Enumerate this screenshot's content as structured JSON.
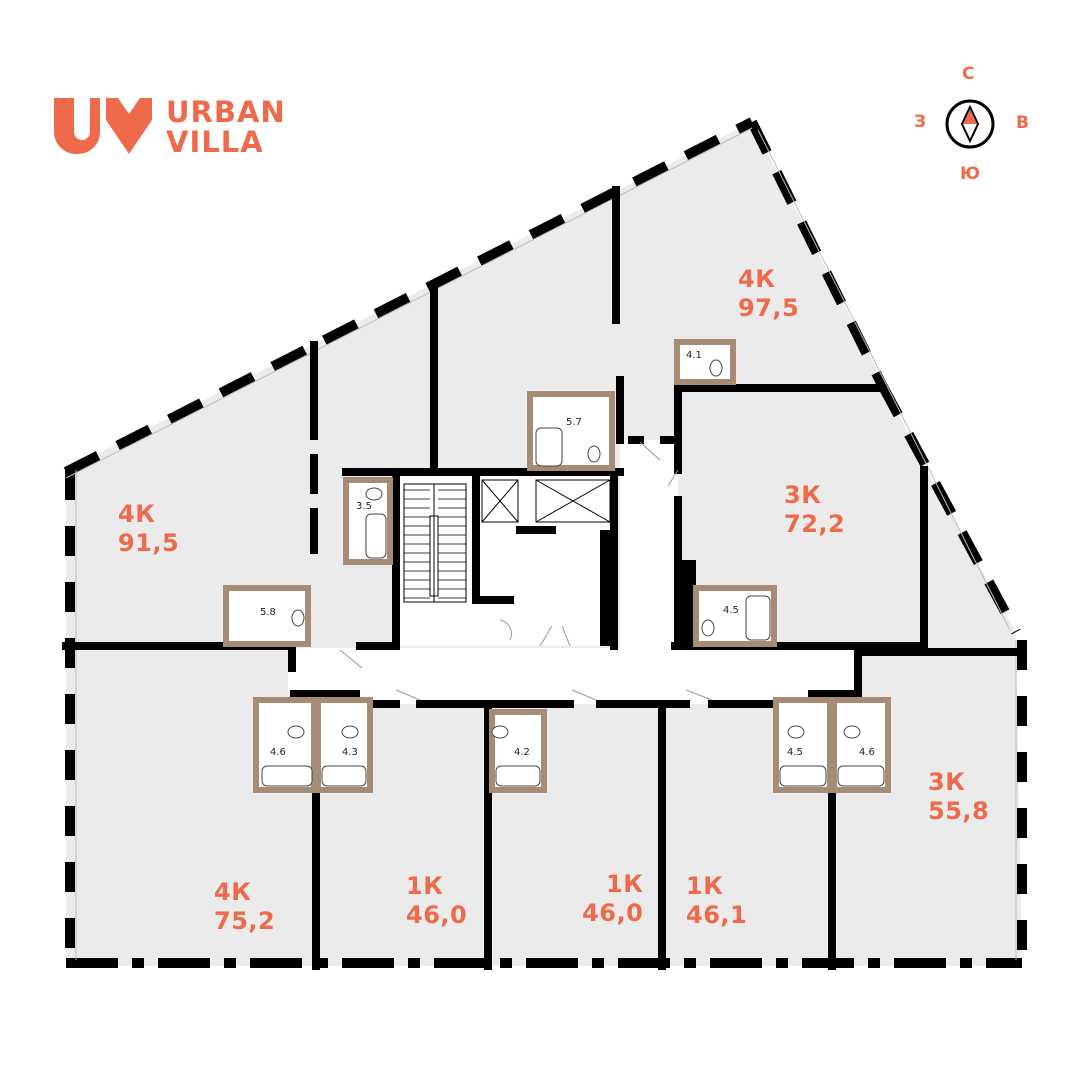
{
  "brand": {
    "line1": "URBAN",
    "line2": "VILLA",
    "color": "#ef6a4b"
  },
  "compass": {
    "north": "С",
    "south": "Ю",
    "west": "З",
    "east": "В"
  },
  "apartments": [
    {
      "id": "apt-4k-97",
      "type": "4К",
      "area": "97,5"
    },
    {
      "id": "apt-4k-91",
      "type": "4К",
      "area": "91,5"
    },
    {
      "id": "apt-3k-72",
      "type": "3К",
      "area": "72,2"
    },
    {
      "id": "apt-4k-75",
      "type": "4К",
      "area": "75,2"
    },
    {
      "id": "apt-1k-46a",
      "type": "1К",
      "area": "46,0"
    },
    {
      "id": "apt-1k-46b",
      "type": "1К",
      "area": "46,0"
    },
    {
      "id": "apt-1k-46c",
      "type": "1К",
      "area": "46,1"
    },
    {
      "id": "apt-3k-55",
      "type": "3К",
      "area": "55,8"
    }
  ],
  "bathrooms": [
    "4.1",
    "5.7",
    "3.5",
    "5.8",
    "4.5",
    "4.6",
    "4.3",
    "4.2",
    "4.5",
    "4.6"
  ],
  "colors": {
    "floor": "#ebebeb",
    "wall": "#000000",
    "bathroom_wall": "#a68c75",
    "accent": "#ef6a4b"
  }
}
